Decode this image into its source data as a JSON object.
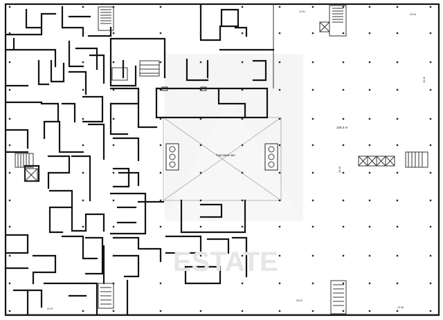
{
  "plan": {
    "atrium_label": "Торговый зал",
    "zones": [
      {
        "id": "zone-a",
        "label": "338,5 ет"
      }
    ],
    "dimension_labels": [
      {
        "id": "dim-top-1",
        "text": "13.91"
      },
      {
        "id": "dim-top-2",
        "text": "20.94"
      },
      {
        "id": "dim-right-1",
        "text": "36.10"
      },
      {
        "id": "dim-mid-1",
        "text": "39.46"
      },
      {
        "id": "dim-bottom-1",
        "text": "22.97"
      },
      {
        "id": "dim-bottom-2",
        "text": "20.51"
      },
      {
        "id": "dim-bottom-3",
        "text": "23.48"
      }
    ],
    "watermark": "ESTATE",
    "colors": {
      "walls": "#111111",
      "background": "#ffffff",
      "watermark": "#e6e6e6",
      "highlight": "#f2f2f2"
    }
  }
}
